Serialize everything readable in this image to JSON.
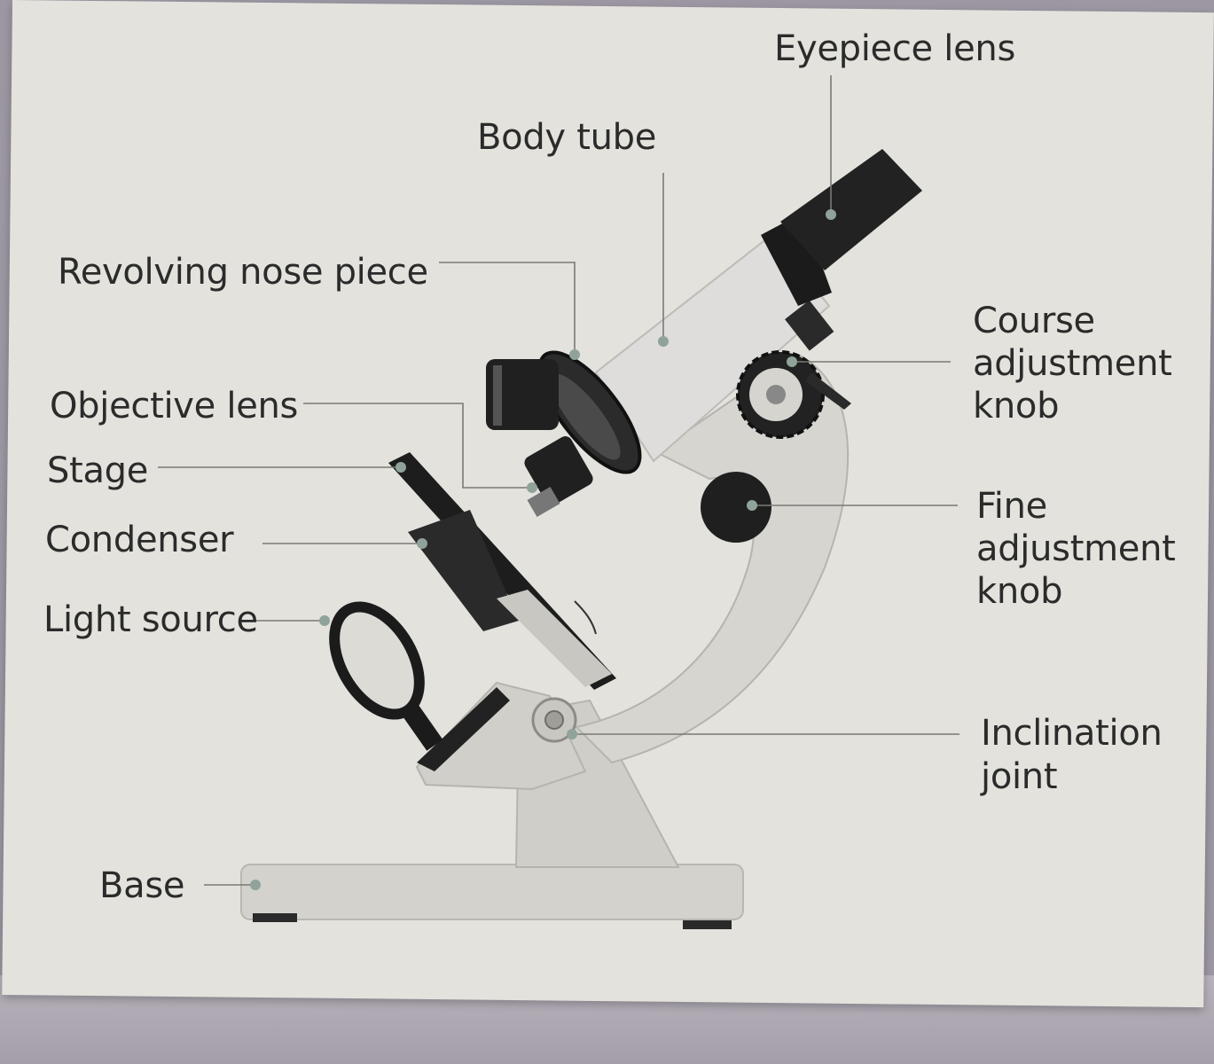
{
  "labels": {
    "eyepiece_lens": "Eyepiece lens",
    "body_tube": "Body tube",
    "revolving_nose_piece": "Revolving nose piece",
    "objective_lens": "Objective lens",
    "stage": "Stage",
    "condenser": "Condenser",
    "light_source": "Light source",
    "base": "Base",
    "course_adjustment_knob": [
      "Course",
      "adjustment",
      "knob"
    ],
    "fine_adjustment_knob": [
      "Fine",
      "adjustment",
      "knob"
    ],
    "inclination_joint": [
      "Inclination",
      "joint"
    ]
  },
  "colors": {
    "page": "#e3e2dd",
    "metal_light": "#d6d5d0",
    "metal_dark": "#1c1c1c",
    "leader_line": "#7a7a75",
    "label_text": "#2b2b2b"
  }
}
